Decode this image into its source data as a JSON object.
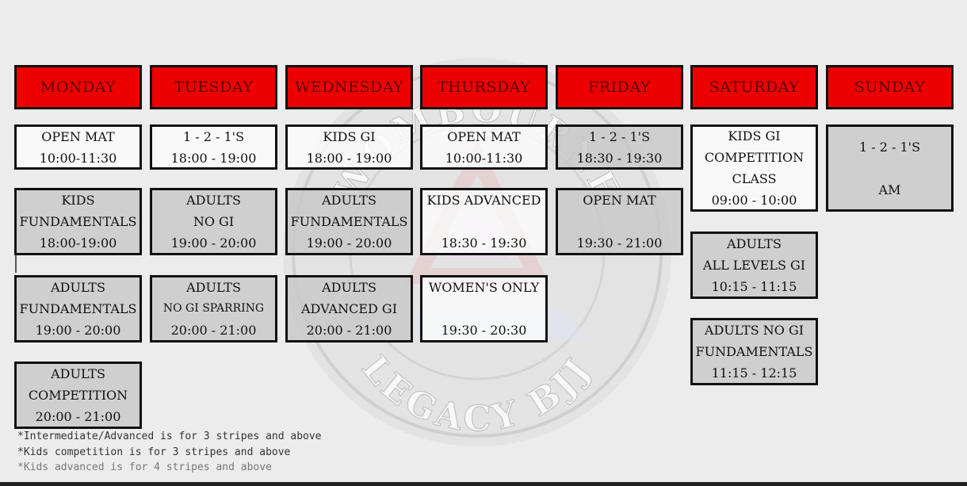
{
  "days": [
    "MONDAY",
    "TUESDAY",
    "WEDNESDAY",
    "THURSDAY",
    "FRIDAY",
    "SATURDAY",
    "SUNDAY"
  ],
  "classes": [
    [
      "OPEN MAT",
      "10:00-11:30"
    ],
    [
      "KIDS",
      "FUNDAMENTALS",
      "18:00-19:00"
    ],
    [
      "ADULTS",
      "FUNDAMENTALS",
      "19:00 - 20:00"
    ],
    [
      "ADULTS",
      "COMPETITION",
      "20:00 - 21:00"
    ],
    [
      "1 - 2 - 1'S",
      "18:00 - 19:00"
    ],
    [
      "ADULTS",
      "NO GI",
      "19:00 - 20:00"
    ],
    [
      "ADULTS",
      "NO GI SPARRING",
      "20:00 - 21:00"
    ],
    [
      "KIDS GI",
      "18:00 - 19:00"
    ],
    [
      "ADULTS",
      "FUNDAMENTALS",
      "19:00 - 20:00"
    ],
    [
      "ADULTS",
      "ADVANCED GI",
      "20:00 - 21:00"
    ],
    [
      "OPEN MAT",
      "10:00-11:30"
    ],
    [
      "KIDS ADVANCED",
      "",
      "18:30 - 19:30"
    ],
    [
      "WOMEN'S ONLY",
      "",
      "19:30 - 20:30"
    ],
    [
      "1 - 2 - 1'S",
      "18:30 - 19:30"
    ],
    [
      "OPEN MAT",
      "",
      "19:30 - 21:00"
    ],
    [
      "KIDS GI",
      "COMPETITION",
      "CLASS",
      "09:00 - 10:00"
    ],
    [
      "ADULTS",
      "ALL LEVELS GI",
      "10:15 - 11:15"
    ],
    [
      "ADULTS NO GI",
      "FUNDAMENTALS",
      "11:15 - 12:15"
    ],
    [
      "1 - 2 - 1'S",
      "",
      "AM"
    ]
  ],
  "notes": [
    "*Intermediate/Advanced is for 3 stripes and above",
    "*Kids competition is for 3 stripes and above",
    "*Kids advanced is for 4 stripes and above"
  ],
  "watermark": {
    "top_text": "WOMBOURNE",
    "bottom_text": "LEGACY BJJ"
  },
  "colors": {
    "day_header": "#ee0000",
    "border": "#111111",
    "background": "#ececec"
  }
}
